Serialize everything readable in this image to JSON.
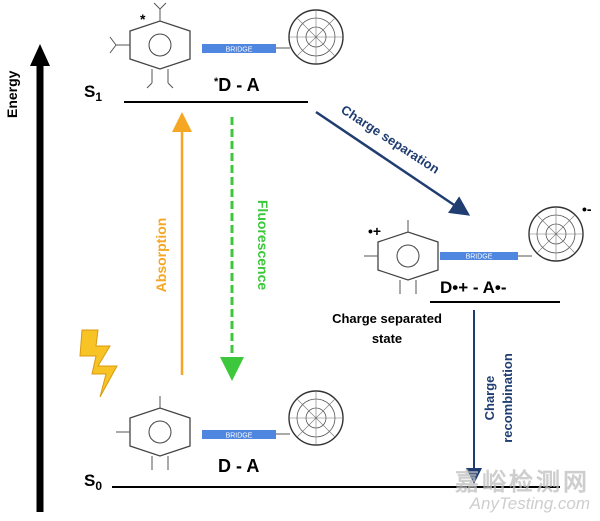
{
  "energy_axis": {
    "label": "Energy"
  },
  "levels": {
    "s1": {
      "label": "S",
      "sub": "1"
    },
    "s0": {
      "label": "S",
      "sub": "0"
    }
  },
  "molecules": {
    "excited": {
      "label_pre": "*",
      "label": "D - A",
      "bridge": "BRIDGE"
    },
    "separated": {
      "label": "D•+ - A•-",
      "bridge": "BRIDGE",
      "donor_charge": "•+",
      "acceptor_charge": "•-"
    },
    "ground": {
      "label": "D - A",
      "bridge": "BRIDGE"
    }
  },
  "processes": {
    "absorption": "Absorption",
    "fluorescence": "Fluorescence",
    "charge_separation": "Charge separation",
    "charge_recombination_line1": "Charge",
    "charge_recombination_line2": "recombination"
  },
  "state_caption": {
    "line1": "Charge separated",
    "line2": "state"
  },
  "watermark": {
    "cn": "嘉峪检测网",
    "en": "AnyTesting.com"
  },
  "colors": {
    "absorption": "#f5a623",
    "fluorescence": "#3cc73c",
    "charge_text": "#1f3d70",
    "charge_arrow": "#1f3d70",
    "bridge": "#4f86e0",
    "level": "#000000"
  }
}
